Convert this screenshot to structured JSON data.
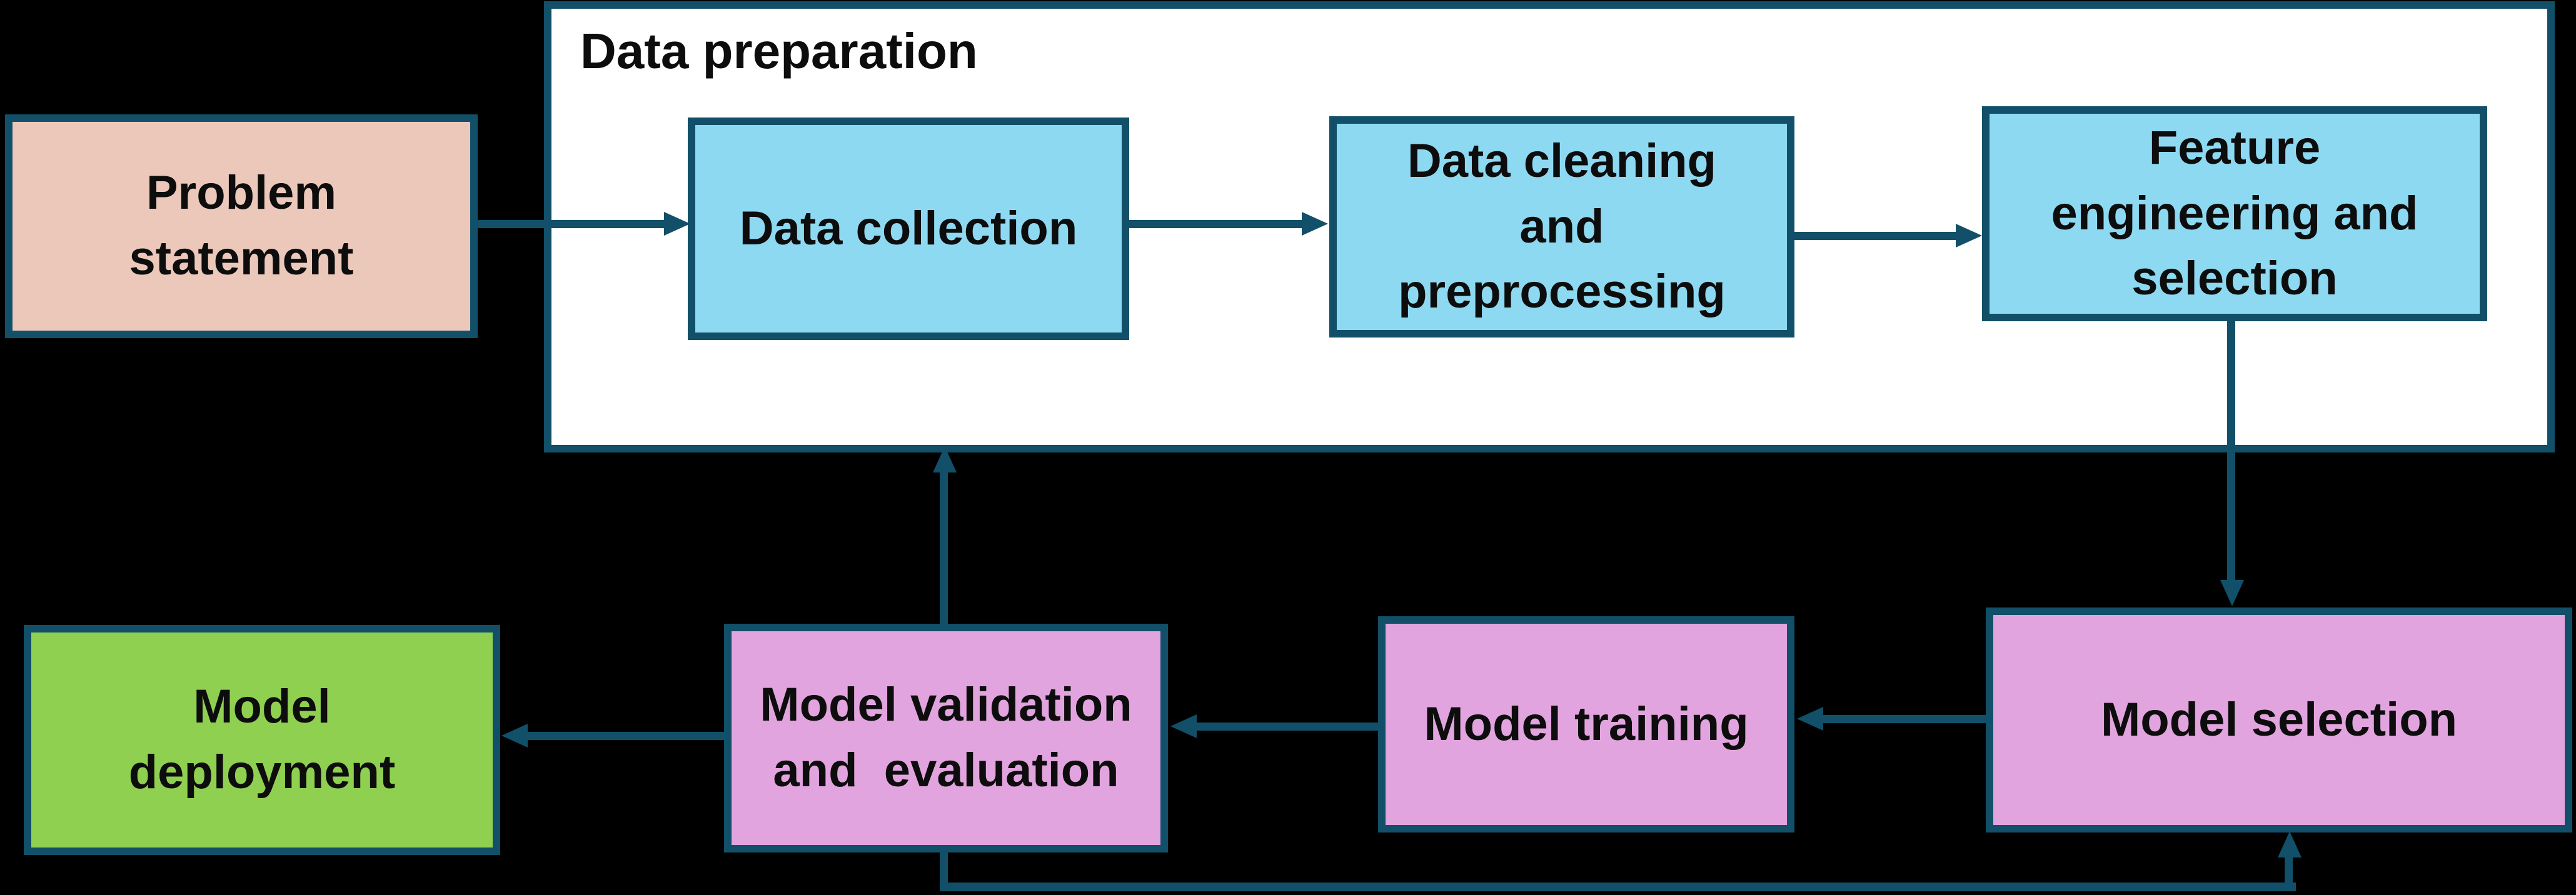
{
  "diagram": {
    "background": "#000000",
    "colors": {
      "line": "#124f68",
      "text": "#0d0d0d",
      "container_fill": "#ffffff",
      "salmon": "#ecc8bb",
      "sky_blue": "#8ed9f2",
      "orchid": "#e2a4de",
      "green": "#8fd051"
    },
    "container": {
      "title": "Data preparation",
      "fill": "#ffffff"
    },
    "nodes": {
      "problem": {
        "label": "Problem\nstatement",
        "fill": "#ecc8bb"
      },
      "collection": {
        "label": "Data collection",
        "fill": "#8ed9f2"
      },
      "cleaning": {
        "label": "Data cleaning\nand\npreprocessing",
        "fill": "#8ed9f2"
      },
      "feature": {
        "label": "Feature\nengineering and\nselection",
        "fill": "#8ed9f2"
      },
      "selection": {
        "label": "Model selection",
        "fill": "#e2a4de"
      },
      "training": {
        "label": "Model training",
        "fill": "#e2a4de"
      },
      "validation": {
        "label": "Model validation\nand  evaluation",
        "fill": "#e2a4de"
      },
      "deployment": {
        "label": "Model\ndeployment",
        "fill": "#8fd051"
      }
    },
    "edges": [
      "problem -> collection",
      "collection -> cleaning",
      "cleaning -> feature",
      "feature -> selection",
      "selection -> training",
      "training -> validation",
      "validation -> deployment",
      "validation -> data-preparation",
      "validation -> selection (feedback)"
    ]
  }
}
